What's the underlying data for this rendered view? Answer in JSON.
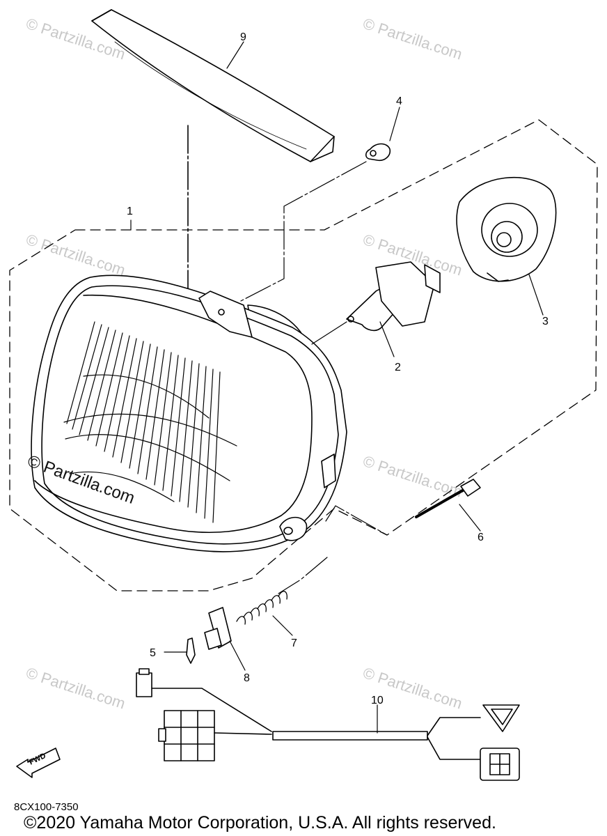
{
  "callouts": {
    "c1": "1",
    "c2": "2",
    "c3": "3",
    "c4": "4",
    "c5": "5",
    "c6": "6",
    "c7": "7",
    "c8": "8",
    "c9": "9",
    "c10": "10"
  },
  "watermark": "© Partzilla.com",
  "fwd_label": "FWD",
  "diagram_code": "8CX100-7350",
  "copyright": "©2020 Yamaha Motor Corporation, U.S.A. All rights reserved."
}
